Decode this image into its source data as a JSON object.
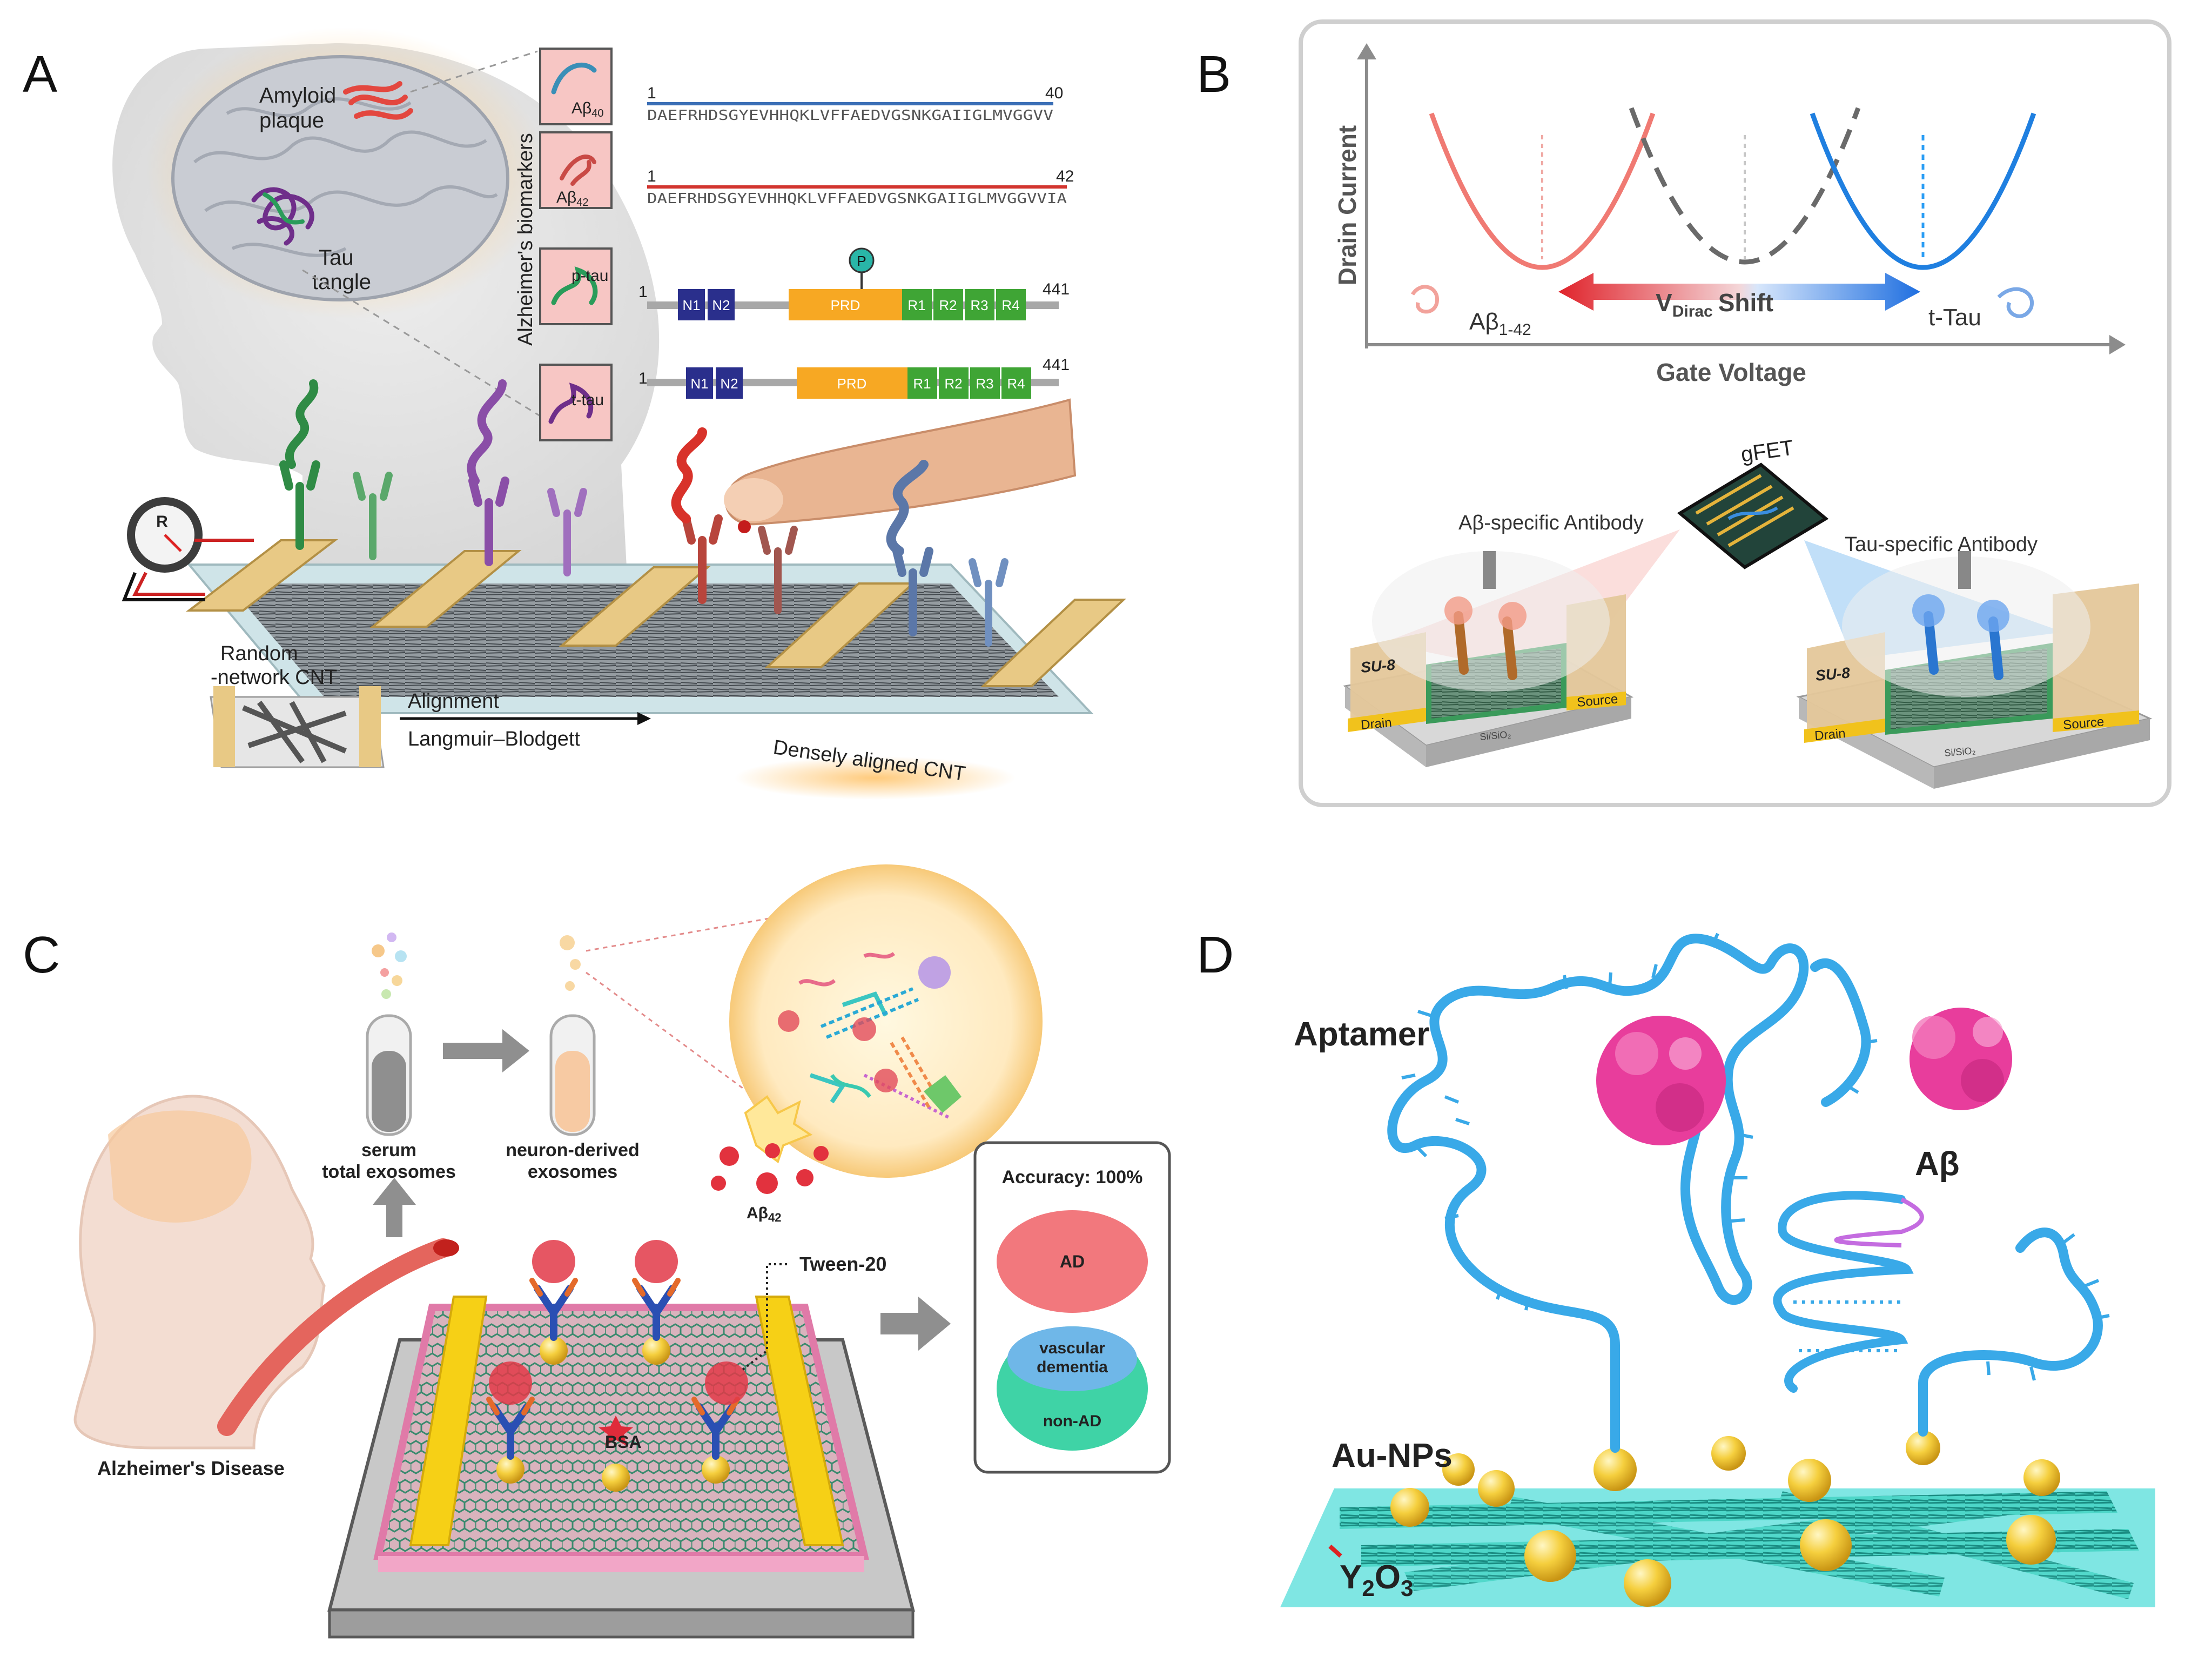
{
  "panel_a": {
    "letter": "A",
    "amyloid": [
      "Amyloid",
      "plaque"
    ],
    "tau": [
      "Tau",
      "tangle"
    ],
    "biomarkers_label": "Alzheimer's biomarkers",
    "ab40": {
      "label": "Aβ",
      "sub": "40",
      "start": "1",
      "end": "40",
      "sequence": "DAEFRHDSGYEVHHQKLVFFAEDVGSNKGAIIGLMVGGVV"
    },
    "ab42": {
      "label": "Aβ",
      "sub": "42",
      "start": "1",
      "end": "42",
      "sequence": "DAEFRHDSGYEVHHQKLVFFAEDVGSNKGAIIGLMVGGVVIA"
    },
    "ptau": {
      "label": "p-tau",
      "start": "1",
      "end": "441",
      "phospho": "P"
    },
    "ttau": {
      "label": "t-tau",
      "start": "1",
      "end": "441"
    },
    "domains": {
      "n1": "N1",
      "n2": "N2",
      "prd": "PRD",
      "r1": "R1",
      "r2": "R2",
      "r3": "R3",
      "r4": "R4"
    },
    "meter": "R",
    "random": [
      "Random",
      "-network CNT"
    ],
    "alignment": "Alignment",
    "lb": "Langmuir–Blodgett",
    "dense": "Densely aligned CNT"
  },
  "panel_b": {
    "letter": "B",
    "ylabel": "Drain Current",
    "xlabel": "Gate Voltage",
    "ab_label": "Aβ",
    "ab_sub": "1-42",
    "vdirac": "V",
    "vdirac_sub": "Dirac",
    "shift": "Shift",
    "ttau": "t-Tau",
    "gfet": "gFET",
    "ab_antibody": "Aβ-specific Antibody",
    "tau_antibody": "Tau-specific Antibody",
    "su8": "SU-8",
    "drain": "Drain",
    "source": "Source",
    "substrate": "Si/SiO₂"
  },
  "panel_c": {
    "letter": "C",
    "serum": [
      "serum",
      "total exosomes"
    ],
    "neuron": [
      "neuron-derived",
      "exosomes"
    ],
    "ab42": "Aβ",
    "ab42_sub": "42",
    "tween": "Tween-20",
    "bsa": "BSA",
    "disease": "Alzheimer's Disease",
    "accuracy": "Accuracy: 100%",
    "ad": "AD",
    "vascular": [
      "vascular",
      "dementia"
    ],
    "nonad": "non-AD"
  },
  "panel_d": {
    "letter": "D",
    "aptamer": "Aptamer",
    "abeta": "Aβ",
    "aunps": "Au-NPs",
    "y2o3": "Y",
    "y2o3_sub": "2",
    "y2o3_tail": "O",
    "y2o3_sub2": "3"
  },
  "colors": {
    "ab40_line": "#3b6fb6",
    "ab42_line": "#d2342e",
    "n_domain": "#2a2f8c",
    "prd_domain": "#f7a823",
    "r_domain": "#3fa535",
    "curve_ab": "#f07a73",
    "curve_tau": "#1f7fe0",
    "electrode": "#f2c311",
    "graphene": "#3aa58a",
    "aptamer": "#39a9e8",
    "protein": "#e83d9c",
    "ad_oval": "#f2787d",
    "vascular_oval": "#6fb7e8",
    "nonad_oval": "#3fd3a6"
  }
}
